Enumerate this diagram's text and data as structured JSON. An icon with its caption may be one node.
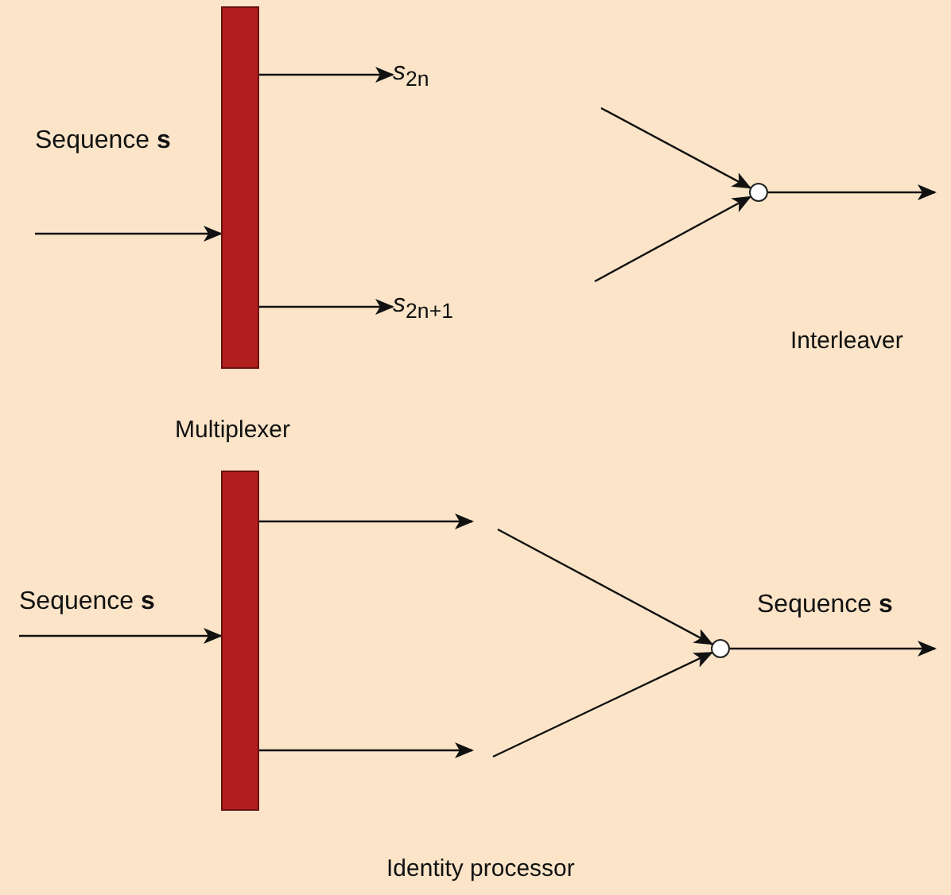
{
  "diagram": {
    "caption": "Identity processor",
    "nodes": [
      {
        "text": [],
        "shape": "bar"
      },
      {
        "text": [
          "*s*$_{2n}$"
        ]
      },
      {
        "text": [
          "*s*$_{2n+1}$"
        ]
      },
      {
        "text": [],
        "shape": "circle"
      },
      {
        "text": [],
        "shape": "bar"
      },
      {
        "text": [],
        "shape": "circle"
      }
    ],
    "edges": [
      {
        "from": null,
        "to": 0,
        "arrow": "to",
        "label": "Sequence **s**"
      },
      {
        "from": 0,
        "to": 1,
        "arrow": "to"
      },
      {
        "from": 0,
        "to": 2,
        "arrow": "to"
      },
      {
        "from": null,
        "to": 3,
        "arrow": "to"
      },
      {
        "from": null,
        "to": 3,
        "arrow": "to"
      },
      {
        "from": 3,
        "to": null,
        "arrow": "to"
      },
      {
        "from": null,
        "to": 4,
        "arrow": "to",
        "label": "Sequence **s**"
      },
      {
        "from": 4,
        "to": null,
        "arrow": "to"
      },
      {
        "from": 4,
        "to": null,
        "arrow": "to"
      },
      {
        "from": null,
        "to": 5,
        "arrow": "to"
      },
      {
        "from": null,
        "to": 5,
        "arrow": "to"
      },
      {
        "from": 5,
        "to": null,
        "arrow": "to",
        "label": "Sequence **s**"
      }
    ],
    "labels": [
      "Interleaver",
      "Multiplexer"
    ]
  }
}
